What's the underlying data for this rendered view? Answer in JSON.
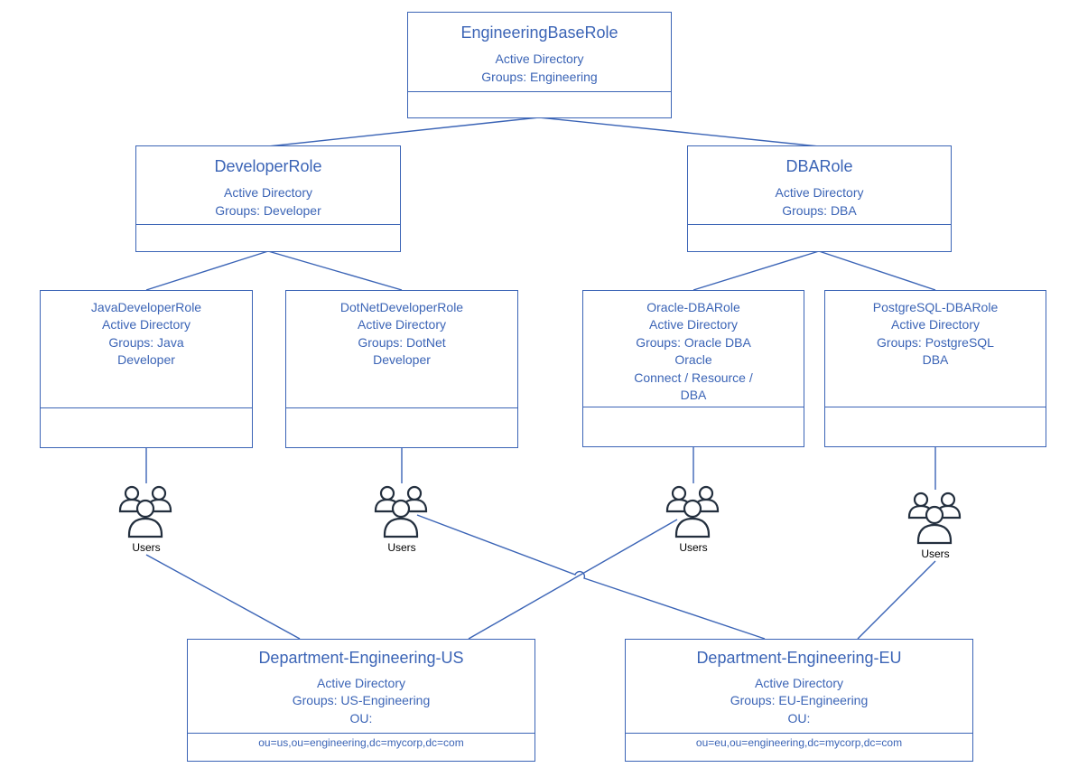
{
  "colors": {
    "accent": "#3b64b6",
    "icon": "#232f3e",
    "label": "#000000"
  },
  "roles": {
    "base": {
      "title": "EngineeringBaseRole",
      "lines": [
        "Active Directory",
        "Groups: Engineering"
      ]
    },
    "developer": {
      "title": "DeveloperRole",
      "lines": [
        "Active Directory",
        "Groups: Developer"
      ]
    },
    "dba": {
      "title": "DBARole",
      "lines": [
        "Active Directory",
        "Groups: DBA"
      ]
    },
    "java": {
      "title": "JavaDeveloperRole",
      "lines": [
        "Active Directory",
        "Groups: Java",
        "Developer"
      ]
    },
    "dotnet": {
      "title": "DotNetDeveloperRole",
      "lines": [
        "Active Directory",
        "Groups: DotNet",
        "Developer"
      ]
    },
    "oracle": {
      "title": "Oracle-DBARole",
      "lines": [
        "Active Directory",
        "Groups: Oracle DBA",
        "Oracle",
        "Connect / Resource /",
        "DBA"
      ]
    },
    "postgres": {
      "title": "PostgreSQL-DBARole",
      "lines": [
        "Active Directory",
        "Groups: PostgreSQL",
        "DBA"
      ]
    }
  },
  "departments": {
    "us": {
      "title": "Department-Engineering-US",
      "lines": [
        "Active Directory",
        "Groups: US-Engineering",
        "OU:"
      ],
      "ou": "ou=us,ou=engineering,dc=mycorp,dc=com"
    },
    "eu": {
      "title": "Department-Engineering-EU",
      "lines": [
        "Active Directory",
        "Groups: EU-Engineering",
        "OU:"
      ],
      "ou": "ou=eu,ou=engineering,dc=mycorp,dc=com"
    }
  },
  "user_groups": [
    {
      "label": "Users",
      "icon": "users-icon"
    },
    {
      "label": "Users",
      "icon": "users-icon"
    },
    {
      "label": "Users",
      "icon": "users-icon"
    },
    {
      "label": "Users",
      "icon": "users-icon"
    }
  ]
}
